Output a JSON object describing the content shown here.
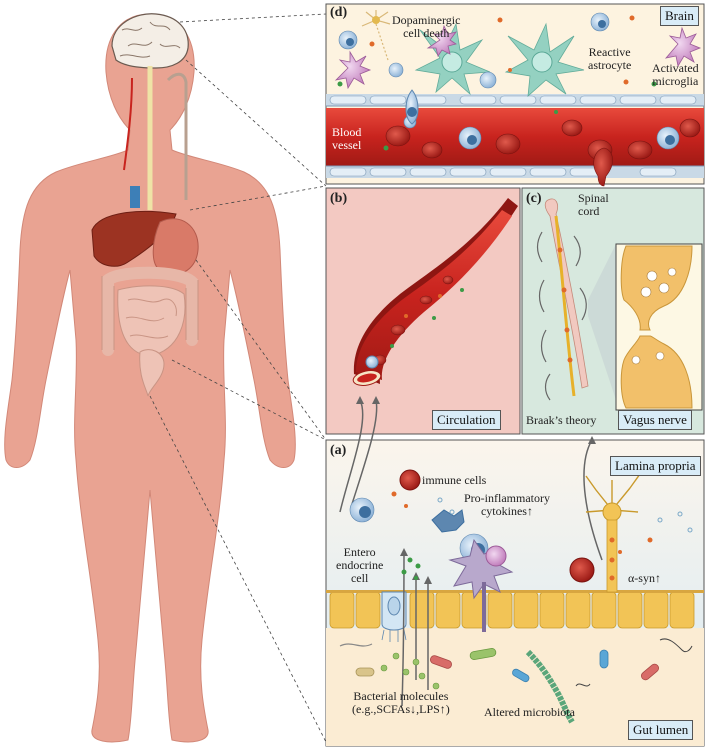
{
  "panels": {
    "d": {
      "letter": "(d)",
      "title": "Brain"
    },
    "b": {
      "letter": "(b)",
      "title": "Circulation"
    },
    "c": {
      "letter": "(c)",
      "title": "Vagus nerve"
    },
    "a": {
      "letter": "(a)",
      "title_top": "Lamina propria",
      "title_bottom": "Gut lumen"
    }
  },
  "labels": {
    "dopaminergic": [
      "Dopaminergic",
      "cell death"
    ],
    "astrocyte": [
      "Reactive",
      "astrocyte"
    ],
    "microglia": [
      "Activated",
      "microglia"
    ],
    "blood_vessel": [
      "Blood",
      "vessel"
    ],
    "spinal_cord": [
      "Spinal",
      "cord"
    ],
    "braak": "Braak’s theory",
    "immune_cells": "immune cells",
    "cytokines": [
      "Pro-inflammatory",
      "cytokines↑"
    ],
    "enteroendocrine": [
      "Entero",
      "endocrine",
      "cell"
    ],
    "asyn": "α-syn↑",
    "bacterial": [
      "Bacterial molecules",
      "(e.g.,SCFAs↓,LPS↑)"
    ],
    "microbiota": "Altered microbiota"
  },
  "colors": {
    "skin": "#e9a392",
    "skin_dark": "#d98b7a",
    "brain_bg": "#fdf3e0",
    "circ_bg": "#f3c9c2",
    "vagus_bg": "#d7e8de",
    "lamina_bg": "#e6f1f7",
    "lumen_bg": "#fbecd3",
    "vessel": "#c8231e",
    "vessel_dark": "#8e1612",
    "epithelium": "#f2c456",
    "box": "#d9ecf7"
  }
}
